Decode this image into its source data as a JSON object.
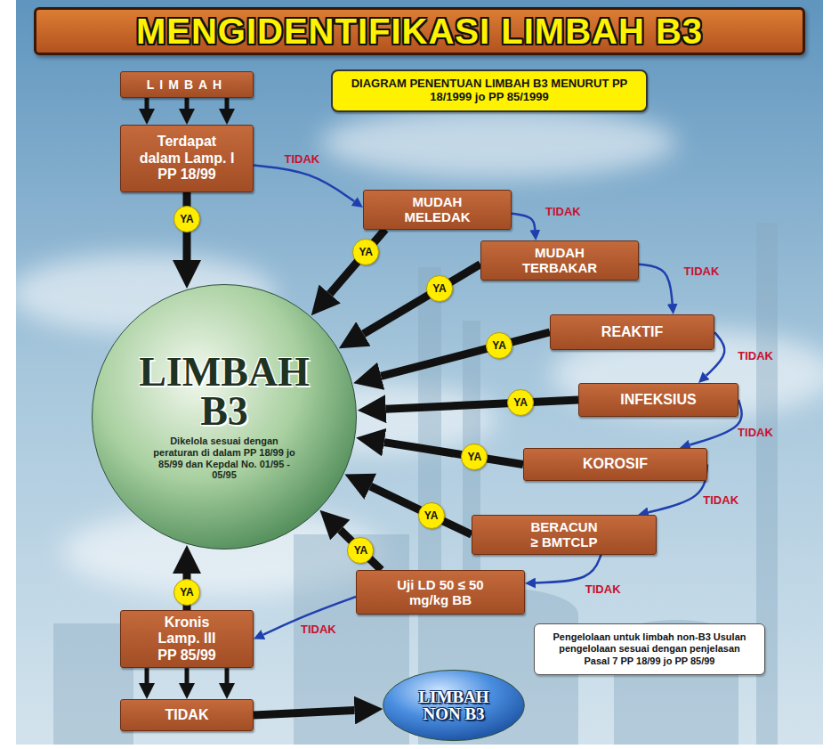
{
  "diagram": {
    "title": "MENGIDENTIFIKASI LIMBAH B3",
    "nodes": [
      {
        "text": [
          "LIMBAH"
        ]
      },
      {
        "text": [
          "Terdapat dalam Lamp. I PP 18/99"
        ]
      },
      {
        "text": [
          "DIAGRAM PENENTUAN LIMBAH B3 MENURUT PP 18/1999 jo PP 85/1999"
        ]
      },
      {
        "text": [
          "MUDAH MELEDAK"
        ]
      },
      {
        "text": [
          "MUDAH TERBAKAR"
        ]
      },
      {
        "text": [
          "REAKTIF"
        ]
      },
      {
        "text": [
          "LIMBAH B3",
          "Dikelola sesuai dengan peraturan di dalam PP 18/99 jo 85/99 dan Kepdal No. 01/95 - 05/95"
        ]
      },
      {
        "text": [
          "INFEKSIUS"
        ]
      },
      {
        "text": [
          "KOROSIF"
        ]
      },
      {
        "text": [
          "BERACUN ≥ BMTCLP"
        ]
      },
      {
        "text": [
          "Uji LD 50 ≤ 50 mg/kg BB"
        ]
      },
      {
        "text": [
          "Kronis Lamp. III PP 85/99"
        ]
      },
      {
        "text": [
          "Pengelolaan untuk limbah non-B3 Usulan pengelolaan sesuai dengan penjelasan Pasal 7 PP 18/99 jo PP 85/99"
        ]
      },
      {
        "text": [
          "TIDAK"
        ]
      },
      {
        "text": [
          "LIMBAH NON B3"
        ]
      }
    ],
    "edges": [
      {
        "from": 0,
        "to": 1,
        "arrow": "to"
      },
      {
        "from": 0,
        "to": 1,
        "arrow": "to"
      },
      {
        "from": 0,
        "to": 1,
        "arrow": "to"
      },
      {
        "from": 1,
        "to": 3,
        "label": "TIDAK",
        "arrow": "to"
      },
      {
        "from": 1,
        "to": 6,
        "label": "YA",
        "arrow": "to"
      },
      {
        "from": 3,
        "to": 4,
        "label": "TIDAK",
        "arrow": "to"
      },
      {
        "from": 3,
        "to": 6,
        "label": "YA",
        "arrow": "to"
      },
      {
        "from": 4,
        "to": 5,
        "label": "TIDAK",
        "arrow": "to"
      },
      {
        "from": 4,
        "to": 6,
        "label": "YA",
        "arrow": "to"
      },
      {
        "from": 5,
        "to": 7,
        "label": "TIDAK",
        "arrow": "to"
      },
      {
        "from": 5,
        "to": 6,
        "label": "YA",
        "arrow": "to"
      },
      {
        "from": 7,
        "to": 8,
        "label": "TIDAK",
        "arrow": "to"
      },
      {
        "from": 7,
        "to": 6,
        "label": "YA",
        "arrow": "to"
      },
      {
        "from": 8,
        "to": 9,
        "label": "TIDAK",
        "arrow": "to"
      },
      {
        "from": 8,
        "to": 6,
        "label": "YA",
        "arrow": "to"
      },
      {
        "from": 9,
        "to": 10,
        "label": "TIDAK",
        "arrow": "to"
      },
      {
        "from": 9,
        "to": 6,
        "label": "YA",
        "arrow": "to"
      },
      {
        "from": 10,
        "to": 11,
        "label": "TIDAK",
        "arrow": "to"
      },
      {
        "from": 10,
        "to": 6,
        "label": "YA",
        "arrow": "to"
      },
      {
        "from": 11,
        "to": 6,
        "label": "YA",
        "arrow": "to"
      },
      {
        "from": 11,
        "to": 13,
        "arrow": "to"
      },
      {
        "from": 11,
        "to": 13,
        "arrow": "to"
      },
      {
        "from": 11,
        "to": 13,
        "arrow": "to"
      },
      {
        "from": 13,
        "to": 14,
        "arrow": "to"
      }
    ]
  }
}
